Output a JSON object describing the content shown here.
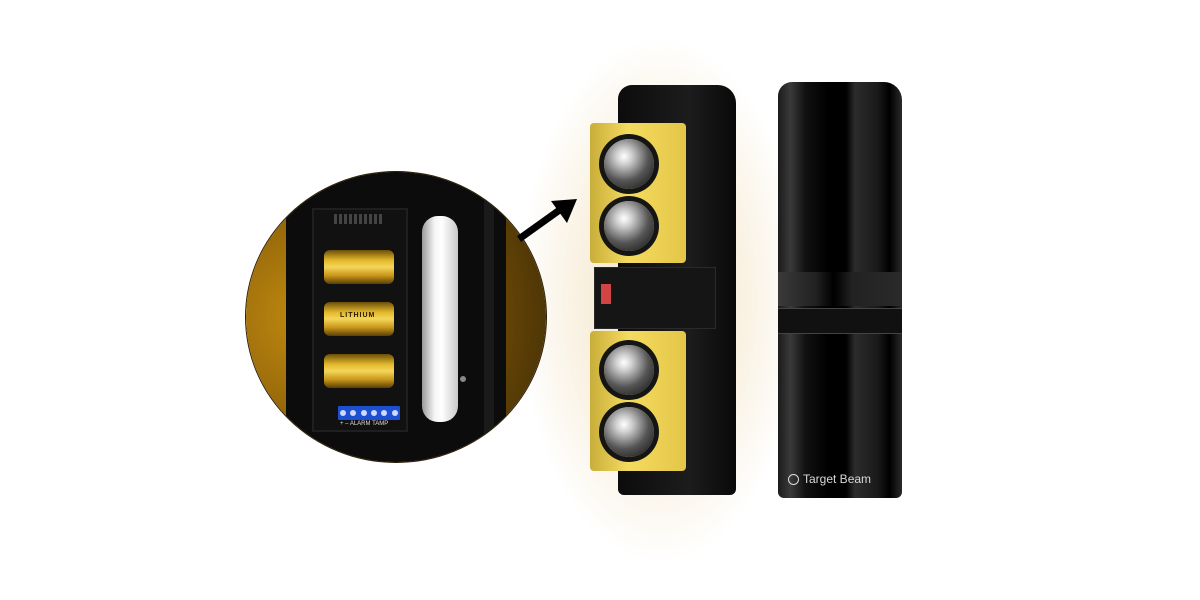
{
  "product": {
    "brand_label": "Target Beam",
    "brand_icon": "target-logo-icon"
  },
  "inset": {
    "battery_labels": [
      "",
      "LITHIUM",
      ""
    ],
    "terminal_label": "+ – ALARM TAMP",
    "terminal_count": 6
  },
  "colors": {
    "background": "#ffffff",
    "inset_gold": "#c08a10",
    "housing_yellow": "#f4db5f",
    "terminal_blue": "#1d4fd1",
    "body_black": "#0c0c0c"
  }
}
